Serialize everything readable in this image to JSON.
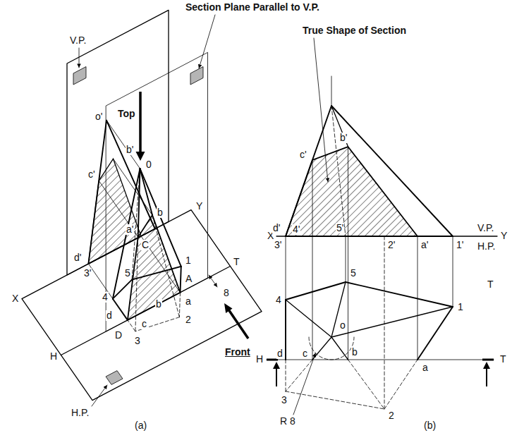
{
  "diagram": {
    "labels": [
      "Section Plane Parallel to V.P.",
      "V.P.",
      "Top",
      "o'",
      "0",
      "b'",
      "Y",
      "c'",
      "a'",
      "b",
      "1",
      "T",
      "5",
      "A",
      "a",
      "8",
      "d'",
      "3'",
      "C",
      "2",
      "X",
      "4",
      "d",
      "b",
      "c",
      "D",
      "3",
      "H",
      "H.P.",
      "Front",
      "(a)",
      "True Shape of Section",
      "b'",
      "c'",
      "V.P.",
      "X",
      "d'",
      "4'",
      "5'",
      "Y",
      "3'",
      "2'",
      "a'",
      "1'",
      "H.P.",
      "5",
      "4",
      "T",
      "1",
      "o",
      "b",
      "d",
      "c",
      "H",
      "a",
      "T",
      "3",
      "2",
      "R 8",
      "(b)"
    ]
  }
}
